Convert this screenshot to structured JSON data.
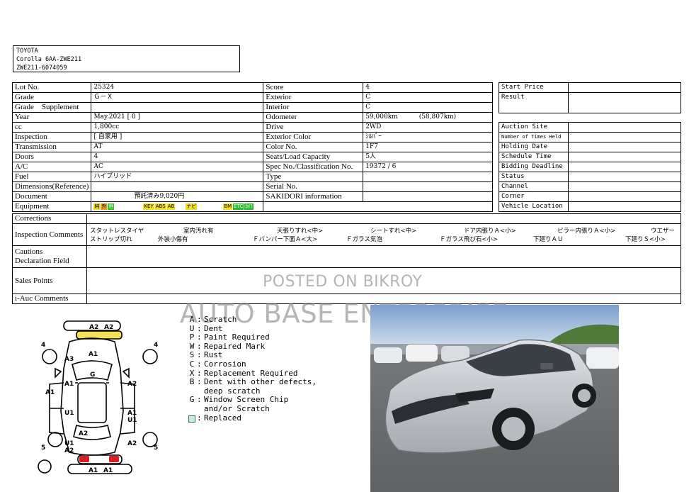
{
  "header": {
    "make": "TOYOTA",
    "model": "Corolla 6AA-ZWE211",
    "chassis": "ZWE211-6074059"
  },
  "left_fields": [
    {
      "label": "Lot No.",
      "value": "25324"
    },
    {
      "label": "Grade",
      "value": "Ｇ－Ｘ"
    },
    {
      "label": "Grade　Supplement",
      "value": ""
    },
    {
      "label": "Year",
      "value": "May.2021 [ 0 ]"
    },
    {
      "label": "cc",
      "value": "1,800cc"
    },
    {
      "label": "Inspection",
      "value": "[ 自家用 ]"
    },
    {
      "label": "Transmission",
      "value": "AT"
    },
    {
      "label": "Doors",
      "value": "4"
    },
    {
      "label": "A/C",
      "value": "AC"
    },
    {
      "label": "Fuel",
      "value": "ハイブリッド"
    },
    {
      "label": "Dimensions(Reference)",
      "value": ""
    },
    {
      "label": "Document",
      "value": "預託済み9,020円"
    },
    {
      "label": "Equipment",
      "value": ""
    }
  ],
  "mid_fields": [
    {
      "label": "Score",
      "value": "4"
    },
    {
      "label": "Exterior",
      "value": "C"
    },
    {
      "label": "Interior",
      "value": "C"
    },
    {
      "label": "Odometer",
      "value": "59,000km",
      "extra": "(58,807km)"
    },
    {
      "label": "Drive",
      "value": "2WD"
    },
    {
      "label": "Exterior Color",
      "value": "ｼﾙﾊﾞｰ"
    },
    {
      "label": "Color No.",
      "value": "1F7"
    },
    {
      "label": "Seats/Load Capacity",
      "value": "5人"
    },
    {
      "label": "Spec No./Classification No.",
      "value": "19372 / 6"
    },
    {
      "label": "Type",
      "value": ""
    },
    {
      "label": "Serial No.",
      "value": ""
    },
    {
      "label": "SAKIDORI information",
      "value": ""
    }
  ],
  "equipment_tags": {
    "group1": [
      "純",
      "外",
      "他"
    ],
    "group2": [
      "KEY",
      "ABS",
      "AB"
    ],
    "group3": [
      "ナビ"
    ],
    "group4": [
      "BM",
      "ETC",
      "ｶﾒﾗ"
    ]
  },
  "right_top": [
    {
      "label": "Start Price",
      "value": ""
    },
    {
      "label": "Result",
      "value": ""
    }
  ],
  "right_bottom": [
    {
      "label": "Auction Site",
      "value": ""
    },
    {
      "label": "Number of Times Held",
      "value": ""
    },
    {
      "label": "Holding Date",
      "value": ""
    },
    {
      "label": "Schedule Time",
      "value": ""
    },
    {
      "label": "Bidding Deadline",
      "value": ""
    },
    {
      "label": "Status",
      "value": ""
    },
    {
      "label": "Channel",
      "value": ""
    },
    {
      "label": "Corner",
      "value": ""
    },
    {
      "label": "Vehicle Location",
      "value": ""
    }
  ],
  "bottom_rows": {
    "corrections": "Corrections",
    "inspection_comments": "Inspection Comments",
    "comments_line1": [
      "スタットレスタイヤ",
      "室内汚れ有",
      "天張りすれ<中>",
      "シートすれ<中>",
      "ドア内張りＡ<小>",
      "ピラー内張りＡ<小>",
      "ウエザー"
    ],
    "comments_line2": [
      "ストリップ切れ",
      "外装小傷有",
      "Ｆバンパー下面Ａ<大>",
      "Ｆガラス気泡",
      "Ｆガラス飛び石<小>",
      "下廻りＡＵ",
      "下廻りＳ<小>"
    ],
    "cautions_line1": "Cautions",
    "cautions_line2": "Declaration Field",
    "sales_points": "Sales Points",
    "iauc_comments": "i-Auc Comments"
  },
  "watermarks": {
    "line1": "POSTED ON BIKROY",
    "line2": "AUTO BASE ENTERPRISE"
  },
  "legend": [
    {
      "key": "A",
      "text": "Scratch"
    },
    {
      "key": "U",
      "text": "Dent"
    },
    {
      "key": "P",
      "text": "Paint Required"
    },
    {
      "key": "W",
      "text": "Repaired Mark"
    },
    {
      "key": "S",
      "text": "Rust"
    },
    {
      "key": "C",
      "text": "Corrosion"
    },
    {
      "key": "X",
      "text": "Replacement Required"
    },
    {
      "key": "B",
      "text": "Dent with other defects,"
    },
    {
      "key": "",
      "text": "deep scratch"
    },
    {
      "key": "G",
      "text": "Window Screen Chip"
    },
    {
      "key": "",
      "text": "and/or Scratch"
    },
    {
      "key": "□",
      "text": "Replaced"
    }
  ],
  "diagram_marks": {
    "top_a2_left": "A2",
    "top_a2_right": "A2",
    "left_num_top": "4",
    "right_num_top": "4",
    "hood": "A1",
    "a3": "A3",
    "windshield": "G",
    "left_door_front": "A1",
    "right_door_front": "A2",
    "left_side": "A1",
    "left_door_rear": "U1",
    "right_door_rear_1": "A1",
    "right_door_rear_2": "U1",
    "left_rear_a2": "A2",
    "left_rear_u1": "U1",
    "left_rear_a2b": "A2",
    "right_rear_a2": "A2",
    "left_num_bottom": "5",
    "right_num_bottom": "5",
    "bottom_a1_left": "A1",
    "bottom_a1_right": "A1"
  },
  "colors": {
    "yellow_panel": "#f5e05a",
    "red_panel": "#d81e1e"
  }
}
